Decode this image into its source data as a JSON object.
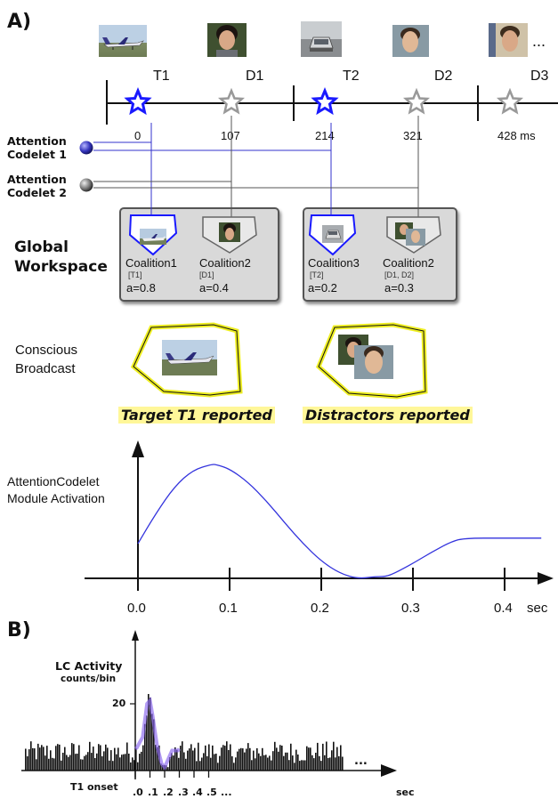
{
  "panel_a": {
    "letter": "A)",
    "sequence": [
      {
        "label": "T1",
        "time": "0",
        "kind": "target",
        "image": "airplane-photo"
      },
      {
        "label": "D1",
        "time": "107",
        "kind": "distractor",
        "image": "face-photo"
      },
      {
        "label": "T2",
        "time": "214",
        "kind": "target",
        "image": "car-photo"
      },
      {
        "label": "D2",
        "time": "321",
        "kind": "distractor",
        "image": "face-photo"
      },
      {
        "label": "D3",
        "time": "428 ms",
        "kind": "distractor",
        "image": "face-photo"
      }
    ],
    "ellipsis": "...",
    "codelet1": [
      "Attention",
      "Codelet 1"
    ],
    "codelet2": [
      "Attention",
      "Codelet 2"
    ],
    "global_workspace": [
      "Global",
      "Workspace"
    ],
    "coalitions": [
      {
        "name": "Coalition1",
        "members": "[T1]",
        "activation": "a=0.8",
        "icon": "airplane-photo",
        "highlight": true
      },
      {
        "name": "Coalition2",
        "members": "[D1]",
        "activation": "a=0.4",
        "icon": "face-photo",
        "highlight": false
      },
      {
        "name": "Coalition3",
        "members": "[T2]",
        "activation": "a=0.2",
        "icon": "car-photo",
        "highlight": true
      },
      {
        "name": "Coalition2",
        "members": "[D1, D2]",
        "activation": "a=0.3",
        "icon": "face-photo",
        "highlight": false
      }
    ],
    "conscious_broadcast": [
      "Conscious",
      "Broadcast"
    ],
    "reported_left": "Target T1 reported",
    "reported_right": "Distractors reported",
    "colors": {
      "target_star": "#1a1aff",
      "distractor_star": "#999999",
      "codelet1_line": "#3333cc",
      "codelet2_line": "#555555",
      "broadcast_stroke": "#eeee22",
      "reported_bg": "#fff799"
    }
  },
  "module_chart": {
    "ylabel": [
      "AttentionCodelet",
      "Module Activation"
    ],
    "x_ticks": [
      "0.0",
      "0.1",
      "0.2",
      "0.3",
      "0.4"
    ],
    "x_unit": "sec"
  },
  "panel_b": {
    "letter": "B)",
    "ylabel": "LC Activity",
    "yunit": "counts/bin",
    "y_tick": "20",
    "onset_label": "T1 onset",
    "x_ticks": [
      ".0",
      ".1",
      ".2",
      ".3",
      ".4",
      ".5",
      "..."
    ],
    "ellipsis": "...",
    "x_unit": "sec"
  },
  "chart_data": [
    {
      "type": "line",
      "title": "",
      "xlabel": "sec",
      "ylabel": "AttentionCodelet Module Activation",
      "x": [
        0.0,
        0.02,
        0.04,
        0.06,
        0.08,
        0.085,
        0.1,
        0.12,
        0.14,
        0.16,
        0.18,
        0.2,
        0.22,
        0.24,
        0.26,
        0.27,
        0.28,
        0.3,
        0.32,
        0.34,
        0.355,
        0.4,
        0.44
      ],
      "values": [
        0.3,
        0.58,
        0.82,
        0.97,
        1.02,
        1.02,
        0.98,
        0.86,
        0.69,
        0.49,
        0.3,
        0.14,
        0.03,
        -0.02,
        0.0,
        0.0,
        0.03,
        0.12,
        0.22,
        0.31,
        0.35,
        0.35,
        0.35
      ],
      "xlim": [
        0.0,
        0.44
      ],
      "ylim": [
        -0.05,
        1.2
      ],
      "grid": false
    },
    {
      "type": "bar",
      "title": "",
      "xlabel": "sec",
      "ylabel": "LC Activity counts/bin",
      "ylim": [
        0,
        35
      ],
      "smooth_curve_x": [
        0.0,
        0.05,
        0.08,
        0.1,
        0.12,
        0.15,
        0.18,
        0.2,
        0.22,
        0.25,
        0.28,
        0.3
      ],
      "smooth_curve_y": [
        6,
        10,
        20,
        21,
        16,
        7,
        2,
        1,
        3,
        6,
        6,
        6
      ],
      "peak_value": 20
    }
  ]
}
